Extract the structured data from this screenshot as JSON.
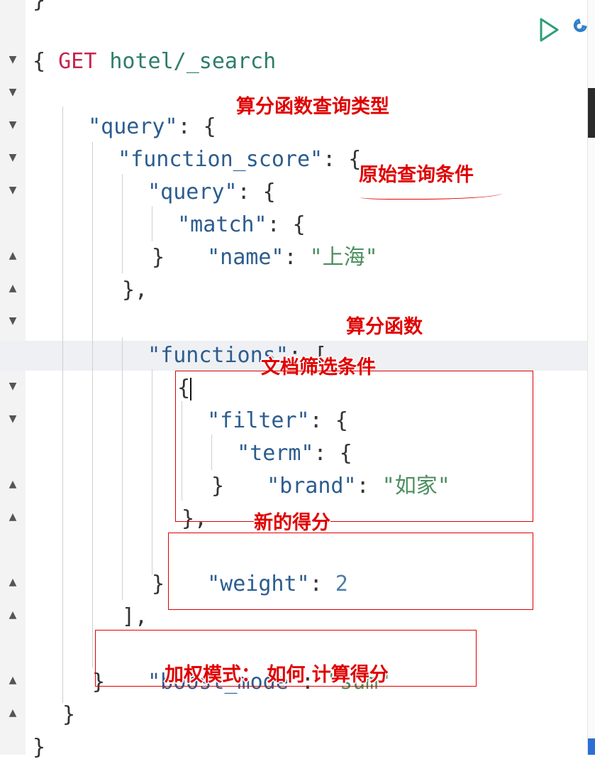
{
  "request": {
    "method": "GET",
    "path": "hotel/_search"
  },
  "code": {
    "top_brace": "}",
    "l1": "{",
    "l2_key": "\"query\"",
    "l3_key": "\"function_score\"",
    "l4_key": "\"query\"",
    "l5_key": "\"match\"",
    "l6_key": "\"name\"",
    "l6_val": "\"上海\"",
    "l7": "}",
    "l8": "},",
    "l9_key": "\"functions\"",
    "l9_open": "[",
    "l10": "{",
    "l11_key": "\"filter\"",
    "l12_key": "\"term\"",
    "l13_key": "\"brand\"",
    "l13_val": "\"如家\"",
    "l14": "}",
    "l15": "},",
    "l16_key": "\"weight\"",
    "l16_val": "2",
    "l17": "}",
    "l18": "],",
    "l19_key": "\"boost_mode\"",
    "l19_val": "\"sum\"",
    "l20": "}",
    "l21": "}",
    "l22": "}"
  },
  "annotations": {
    "score_function_query_type": "算分函数查询类型",
    "original_query_condition": "原始查询条件",
    "score_function": "算分函数",
    "document_filter_condition": "文档筛选条件",
    "new_score": "新的得分",
    "boost_mode_note": "加权模式：  如何 计算得分"
  },
  "icons": {
    "run": "play-triangle-icon",
    "copy_wrench": "wrench-icon",
    "fold_open": "chevron-down-icon",
    "fold_close": "chevron-up-icon"
  },
  "colors": {
    "annotation_red": "#e00000",
    "method": "#c7254e",
    "key": "#2c5d8f",
    "string": "#4d8f5f"
  }
}
